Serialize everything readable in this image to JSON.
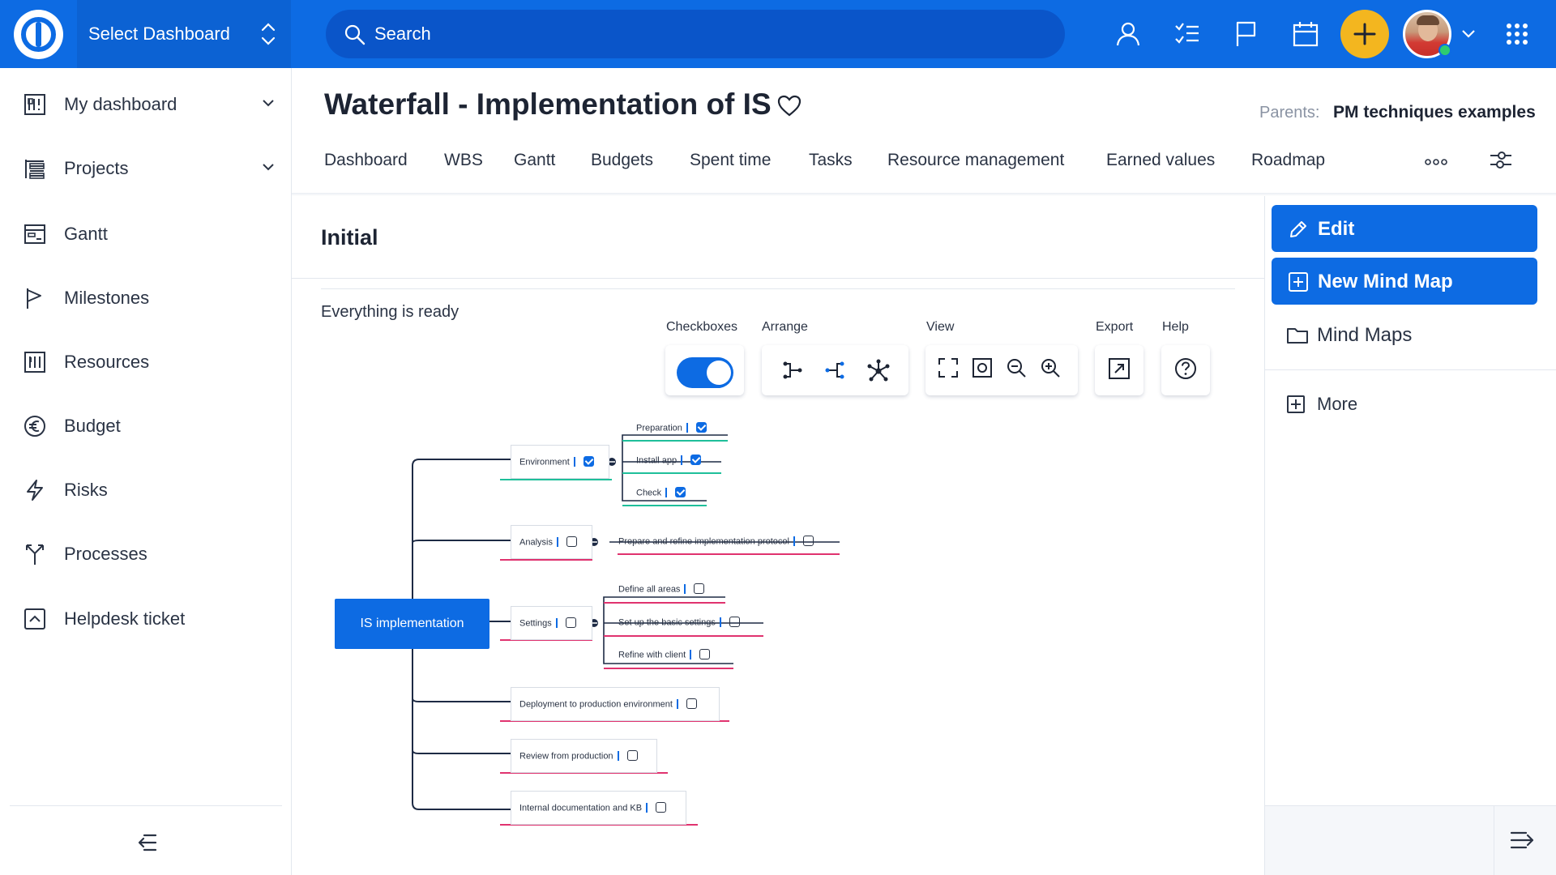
{
  "topbar": {
    "dashboard_select": "Select Dashboard",
    "search_placeholder": "Search",
    "icons": [
      "user-icon",
      "tasks-icon",
      "flag-icon",
      "calendar-icon",
      "plus-icon",
      "avatar",
      "chevron-down-icon",
      "apps-grid-icon"
    ]
  },
  "sidebar": {
    "items": [
      {
        "label": "My dashboard",
        "icon": "dashboard-icon",
        "expandable": true
      },
      {
        "label": "Projects",
        "icon": "projects-icon",
        "expandable": true
      },
      {
        "label": "Gantt",
        "icon": "gantt-icon",
        "expandable": false
      },
      {
        "label": "Milestones",
        "icon": "milestone-flag-icon",
        "expandable": false
      },
      {
        "label": "Resources",
        "icon": "resources-icon",
        "expandable": false
      },
      {
        "label": "Budget",
        "icon": "euro-icon",
        "expandable": false
      },
      {
        "label": "Risks",
        "icon": "lightning-icon",
        "expandable": false
      },
      {
        "label": "Processes",
        "icon": "process-icon",
        "expandable": false
      },
      {
        "label": "Helpdesk ticket",
        "icon": "ticket-icon",
        "expandable": false
      }
    ]
  },
  "header": {
    "title": "Waterfall - Implementation of IS",
    "parents_label": "Parents:",
    "parents_value": "PM techniques examples",
    "tabs": [
      "Dashboard",
      "WBS",
      "Gantt",
      "Budgets",
      "Spent time",
      "Tasks",
      "Resource management",
      "Earned values",
      "Roadmap"
    ]
  },
  "content": {
    "title": "Initial",
    "status": "Everything is ready",
    "toolbar": {
      "checkboxes_label": "Checkboxes",
      "checkboxes_on": true,
      "arrange_label": "Arrange",
      "view_label": "View",
      "export_label": "Export",
      "help_label": "Help"
    }
  },
  "mindmap": {
    "root": "IS implementation",
    "branches": [
      {
        "label": "Environment",
        "checked": true,
        "children": [
          {
            "label": "Preparation",
            "checked": true
          },
          {
            "label": "Install app",
            "checked": true
          },
          {
            "label": "Check",
            "checked": true
          }
        ]
      },
      {
        "label": "Analysis",
        "checked": false,
        "children": [
          {
            "label": "Prepare and refine implementation protocol",
            "checked": false
          }
        ]
      },
      {
        "label": "Settings",
        "checked": false,
        "children": [
          {
            "label": "Define all areas",
            "checked": false
          },
          {
            "label": "Set up the basic settings",
            "checked": false
          },
          {
            "label": "Refine with client",
            "checked": false
          }
        ]
      },
      {
        "label": "Deployment to production environment",
        "checked": false,
        "children": []
      },
      {
        "label": "Review from production",
        "checked": false,
        "children": []
      },
      {
        "label": "Internal documentation and KB",
        "checked": false,
        "children": []
      }
    ],
    "colors": {
      "done": "#1fbf9a",
      "todo": "#e0336f",
      "line": "#1d2a44",
      "accent": "#0d6be3"
    }
  },
  "rpanel": {
    "edit_label": "Edit",
    "new_label": "New Mind Map",
    "maps_label": "Mind Maps",
    "more_label": "More"
  },
  "colors": {
    "brand": "#0d6be3",
    "plus_button": "#f3b61f"
  }
}
